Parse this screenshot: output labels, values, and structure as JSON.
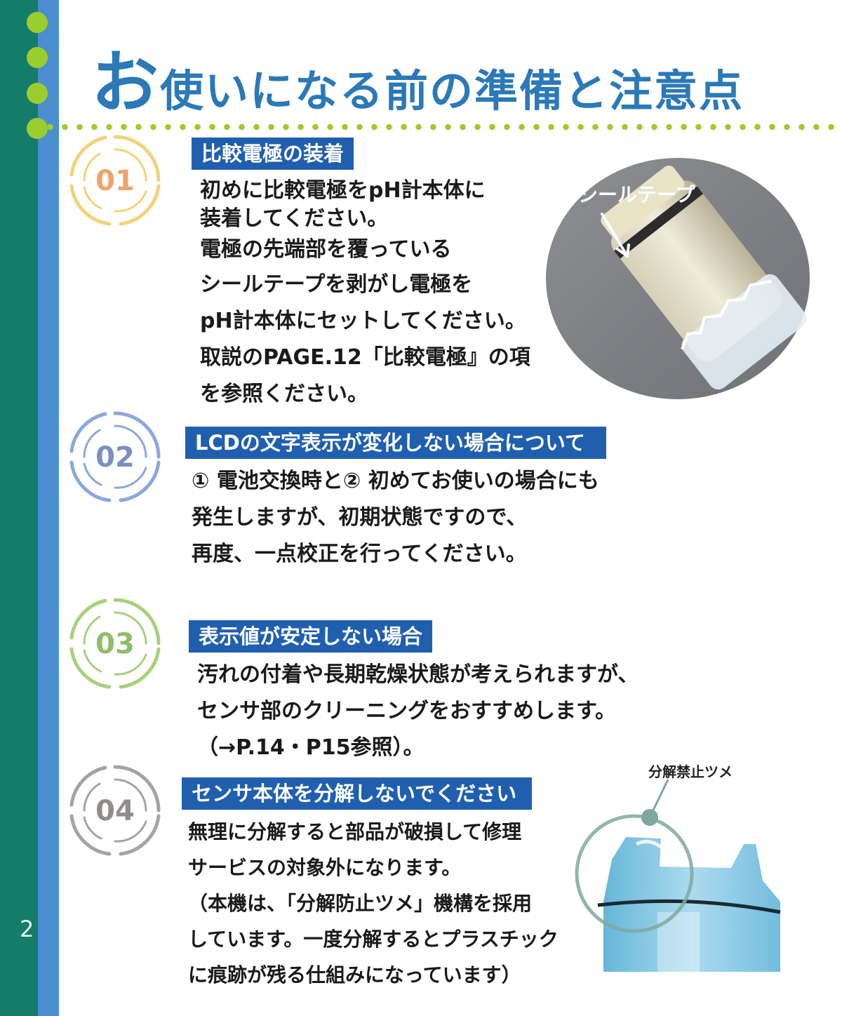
{
  "page": {
    "title_first": "お",
    "title_rest": "使いになる前の準備と注意点",
    "page_number": "2"
  },
  "sections": [
    {
      "num": "01",
      "color": "#f1d37a",
      "num_color": "#f0a36a",
      "heading": "比較電極の装着",
      "lines": [
        "初めに比較電極をpH計本体に",
        "装着してください。",
        "電極の先端部を覆っている",
        "シールテープを剥がし電極を",
        "pH計本体にセットしてください。",
        "取説のPAGE.12「比較電極』の項",
        "を参照ください。"
      ]
    },
    {
      "num": "02",
      "color": "#8aa8dc",
      "num_color": "#7c8fc4",
      "heading": "LCDの文字表示が変化しない場合について",
      "lines": [
        "① 電池交換時と② 初めてお使いの場合にも",
        "発生しますが、初期状態ですので、",
        "再度、一点校正を行ってください。"
      ]
    },
    {
      "num": "03",
      "color": "#a9d07c",
      "num_color": "#8fbd6b",
      "heading": "表示値が安定しない場合",
      "lines": [
        "汚れの付着や長期乾燥状態が考えられますが、",
        "センサ部のクリーニングをおすすめします。",
        "（→P.14・P15参照）。"
      ]
    },
    {
      "num": "04",
      "color": "#a8a3a0",
      "num_color": "#918c8a",
      "heading": "センサ本体を分解しないでください",
      "lines": [
        "無理に分解すると部品が破損して修理",
        "サービスの対象外になります。",
        "（本機は、「分解防止ツメ」機構を採用",
        "しています。一度分解するとプラスチック",
        "に痕跡が残る仕組みになっています）"
      ]
    }
  ],
  "photos": {
    "seal_label": "シールテープ",
    "claw_label": "分解禁止ツメ"
  }
}
